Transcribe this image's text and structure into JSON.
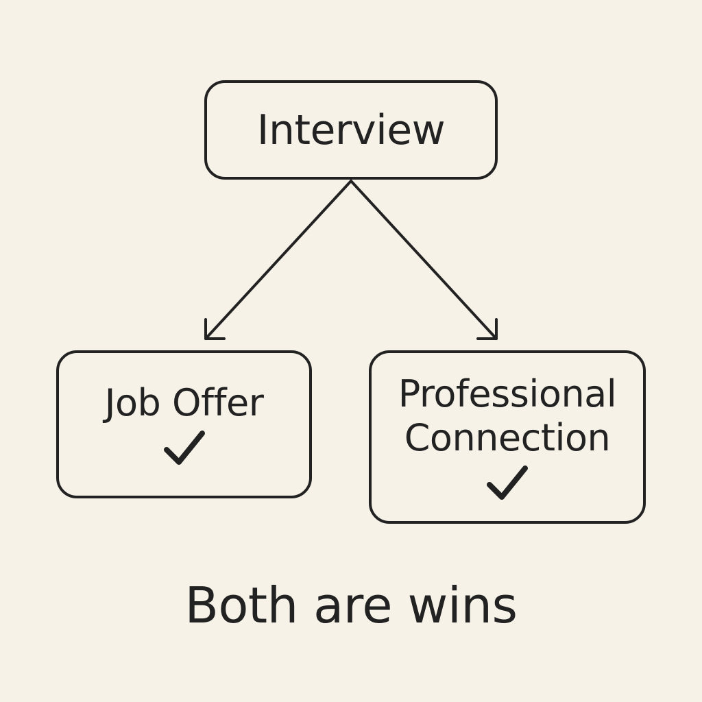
{
  "diagram": {
    "root": {
      "label": "Interview"
    },
    "children": [
      {
        "label": "Job Offer",
        "icon": "checkmark-icon"
      },
      {
        "label": "Professional\nConnection",
        "icon": "checkmark-icon"
      }
    ],
    "caption": "Both are wins"
  },
  "colors": {
    "background": "#f6f2e8",
    "ink": "#222222"
  }
}
